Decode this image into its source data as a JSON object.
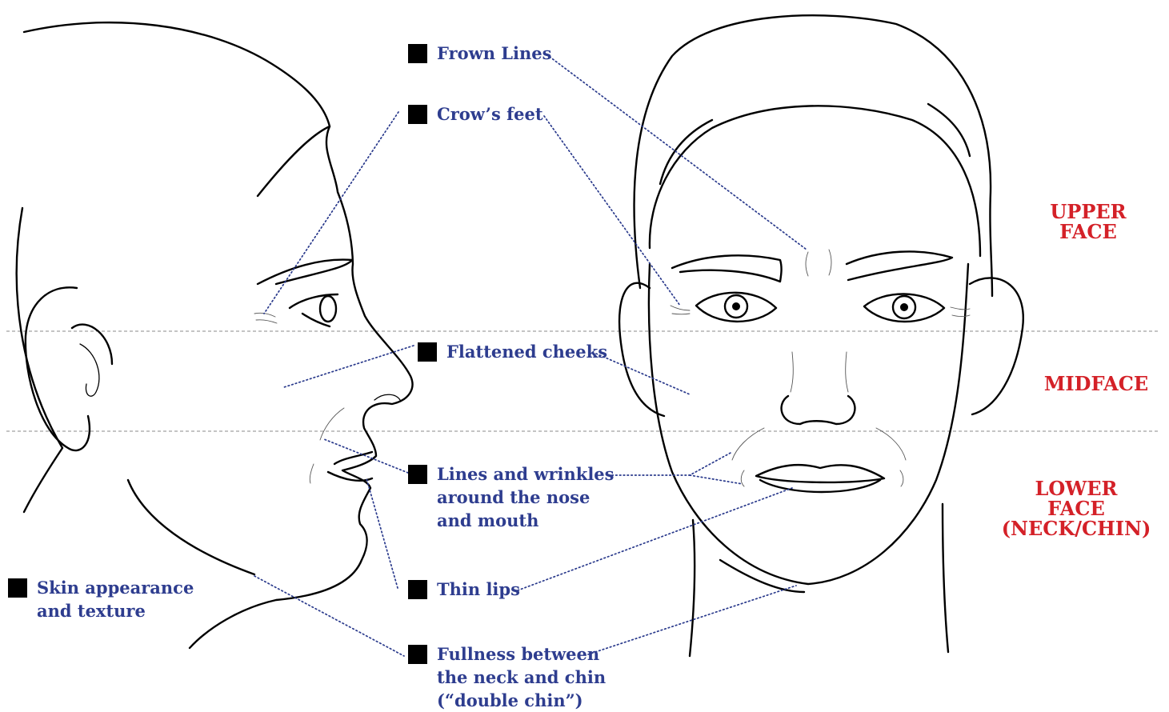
{
  "labels": {
    "frown_lines": "Frown Lines",
    "crows_feet": "Crow’s feet",
    "flattened_cheeks": "Flattened cheeks",
    "lines_wrinkles": "Lines and wrinkles\naround the nose\nand mouth",
    "thin_lips": "Thin lips",
    "skin_appearance": "Skin appearance\nand texture",
    "fullness_neck_chin": "Fullness between\nthe neck and chin\n(“double chin”)"
  },
  "zones": {
    "upper": "UPPER\nFACE",
    "mid": "MIDFACE",
    "lower": "LOWER\nFACE\n(NECK/CHIN)"
  },
  "colors": {
    "label_text": "#2e3d8f",
    "zone_text": "#d42128",
    "leader_lines": "#2a3a8c",
    "marker": "#000000"
  }
}
